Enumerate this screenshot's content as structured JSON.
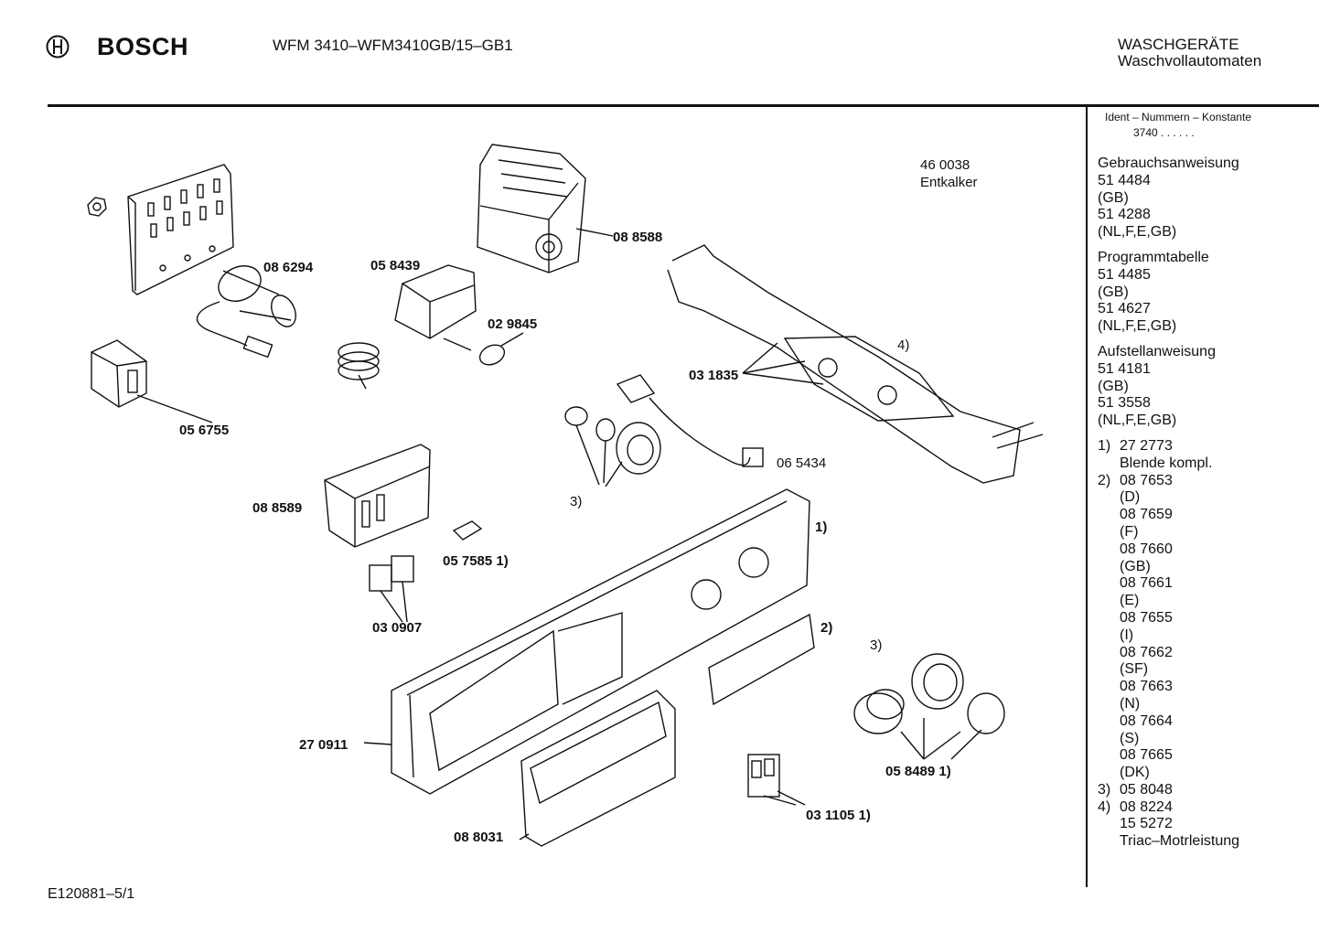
{
  "header": {
    "brand": "BOSCH",
    "model": "WFM 3410–WFM3410GB/15–GB1",
    "category": "WASCHGERÄTE",
    "subcategory": "Waschvollautomaten"
  },
  "ident": {
    "label": "Ident – Nummern – Konstante",
    "value": "3740 . .  . . . ."
  },
  "side_list": [
    {
      "type": "head",
      "text": "Gebrauchsanweisung"
    },
    {
      "type": "line",
      "text": "51 4484"
    },
    {
      "type": "line",
      "text": "(GB)"
    },
    {
      "type": "line",
      "text": "51 4288"
    },
    {
      "type": "line",
      "text": "(NL,F,E,GB)"
    },
    {
      "type": "gap"
    },
    {
      "type": "head",
      "text": "Programmtabelle"
    },
    {
      "type": "line",
      "text": "51 4485"
    },
    {
      "type": "line",
      "text": "(GB)"
    },
    {
      "type": "line",
      "text": "51 4627"
    },
    {
      "type": "line",
      "text": "(NL,F,E,GB)"
    },
    {
      "type": "gap"
    },
    {
      "type": "head",
      "text": "Aufstellanweisung"
    },
    {
      "type": "line",
      "text": "51 4181"
    },
    {
      "type": "line",
      "text": "(GB)"
    },
    {
      "type": "line",
      "text": "51 3558"
    },
    {
      "type": "line",
      "text": "(NL,F,E,GB)"
    },
    {
      "type": "gap"
    },
    {
      "type": "num",
      "num": "1)",
      "text": "27 2773"
    },
    {
      "type": "ind",
      "text": "Blende kompl."
    },
    {
      "type": "num",
      "num": "2)",
      "text": "08 7653"
    },
    {
      "type": "ind",
      "text": "(D)"
    },
    {
      "type": "ind",
      "text": "08 7659"
    },
    {
      "type": "ind",
      "text": "(F)"
    },
    {
      "type": "ind",
      "text": "08 7660"
    },
    {
      "type": "ind",
      "text": "(GB)"
    },
    {
      "type": "ind",
      "text": "08 7661"
    },
    {
      "type": "ind",
      "text": "(E)"
    },
    {
      "type": "ind",
      "text": "08 7655"
    },
    {
      "type": "ind",
      "text": "(I)"
    },
    {
      "type": "ind",
      "text": "08 7662"
    },
    {
      "type": "ind",
      "text": "(SF)"
    },
    {
      "type": "ind",
      "text": "08 7663"
    },
    {
      "type": "ind",
      "text": "(N)"
    },
    {
      "type": "ind",
      "text": "08 7664"
    },
    {
      "type": "ind",
      "text": "(S)"
    },
    {
      "type": "ind",
      "text": "08 7665"
    },
    {
      "type": "ind",
      "text": "(DK)"
    },
    {
      "type": "num",
      "num": "3)",
      "text": "05 8048"
    },
    {
      "type": "num",
      "num": "4)",
      "text": "08 8224"
    },
    {
      "type": "ind",
      "text": "15 5272"
    },
    {
      "type": "ind",
      "text": "Triac–Motrleistung"
    }
  ],
  "diagram": {
    "part_labels": {
      "p086294": "08 6294",
      "p058439": "05 8439",
      "p088588": "08 8588",
      "p029845": "02 9845",
      "p056755": "05 6755",
      "p031835": "03 1835",
      "p065434": "06 5434",
      "p088589": "08 8589",
      "p057585": "05 7585 1)",
      "p030907": "03 0907",
      "p270911": "27 0911",
      "p088031": "08 8031",
      "p031105": "03 1105 1)",
      "p058489": "05 8489 1)",
      "p460038": "46 0038",
      "entkalker": "Entkalker",
      "c1": "1)",
      "c2": "2)",
      "c3a": "3)",
      "c3b": "3)",
      "c4": "4)"
    }
  },
  "footer": {
    "code": "E120881–5/1"
  }
}
